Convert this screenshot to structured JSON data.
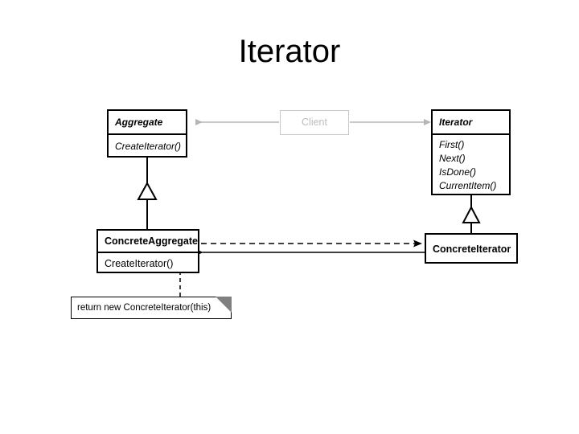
{
  "slide": {
    "title": "Iterator",
    "background_color": "#ffffff",
    "ink_color": "#000000",
    "muted_color": "#bdbdbd"
  },
  "diagram": {
    "type": "uml-class-diagram",
    "classes": [
      {
        "id": "aggregate",
        "name": "Aggregate",
        "abstract": true,
        "operations": [
          "CreateIterator()"
        ]
      },
      {
        "id": "iterator",
        "name": "Iterator",
        "abstract": true,
        "operations": [
          "First()",
          "Next()",
          "IsDone()",
          "CurrentItem()"
        ]
      },
      {
        "id": "concrete-aggregate",
        "name": "ConcreteAggregate",
        "abstract": false,
        "operations": [
          "CreateIterator()"
        ]
      },
      {
        "id": "concrete-iterator",
        "name": "ConcreteIterator",
        "abstract": false,
        "operations": []
      },
      {
        "id": "client",
        "name": "Client",
        "abstract": false,
        "muted": true,
        "operations": []
      }
    ],
    "note": {
      "text": "return new ConcreteIterator(this)",
      "anchored_to": "concrete-aggregate.CreateIterator()"
    },
    "relations": [
      {
        "from": "client",
        "to": "aggregate",
        "kind": "association",
        "style": "muted-arrow"
      },
      {
        "from": "client",
        "to": "iterator",
        "kind": "association",
        "style": "muted-arrow"
      },
      {
        "from": "concrete-aggregate",
        "to": "aggregate",
        "kind": "generalization"
      },
      {
        "from": "concrete-iterator",
        "to": "iterator",
        "kind": "generalization"
      },
      {
        "from": "concrete-aggregate",
        "to": "concrete-iterator",
        "kind": "dependency",
        "style": "dashed-arrow"
      },
      {
        "from": "concrete-iterator",
        "to": "concrete-aggregate",
        "kind": "association",
        "style": "solid-arrow"
      }
    ]
  }
}
